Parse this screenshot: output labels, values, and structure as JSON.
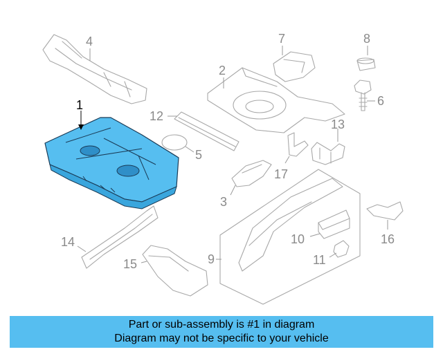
{
  "diagram": {
    "callouts": {
      "c1": "1",
      "c2": "2",
      "c3": "3",
      "c4": "4",
      "c5": "5",
      "c6": "6",
      "c7": "7",
      "c8": "8",
      "c9": "9",
      "c10": "10",
      "c11": "11",
      "c12": "12",
      "c13": "13",
      "c14": "14",
      "c15": "15",
      "c16": "16",
      "c17": "17"
    },
    "highlight_color": "#56bef0"
  },
  "banner": {
    "line1": "Part or sub-assembly is #1 in diagram",
    "line2": "Diagram may not be specific to your vehicle"
  }
}
